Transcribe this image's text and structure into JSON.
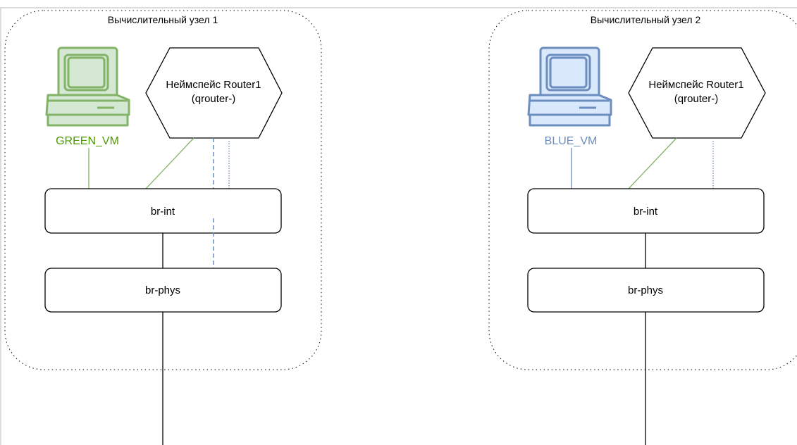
{
  "colors": {
    "green": "#82b366",
    "green_text": "#4d9900",
    "green_fill": "#d5e8d4",
    "blue": "#6c8ebf",
    "blue_fill": "#dae8fc",
    "line": "#000000",
    "frame": "#bdbdbd"
  },
  "nodes": [
    {
      "title": "Вычислительный узел 1",
      "router_line1": "Неймспейс Router1",
      "router_line2": "(qrouter-)",
      "vm_label": "GREEN_VM",
      "vm_icon": "computer-icon",
      "br_int": "br-int",
      "br_phys": "br-phys"
    },
    {
      "title": "Вычислительный узел 2",
      "router_line1": "Неймспейс Router1",
      "router_line2": "(qrouter-)",
      "vm_label": "BLUE_VM",
      "vm_icon": "computer-icon",
      "br_int": "br-int",
      "br_phys": "br-phys"
    }
  ]
}
